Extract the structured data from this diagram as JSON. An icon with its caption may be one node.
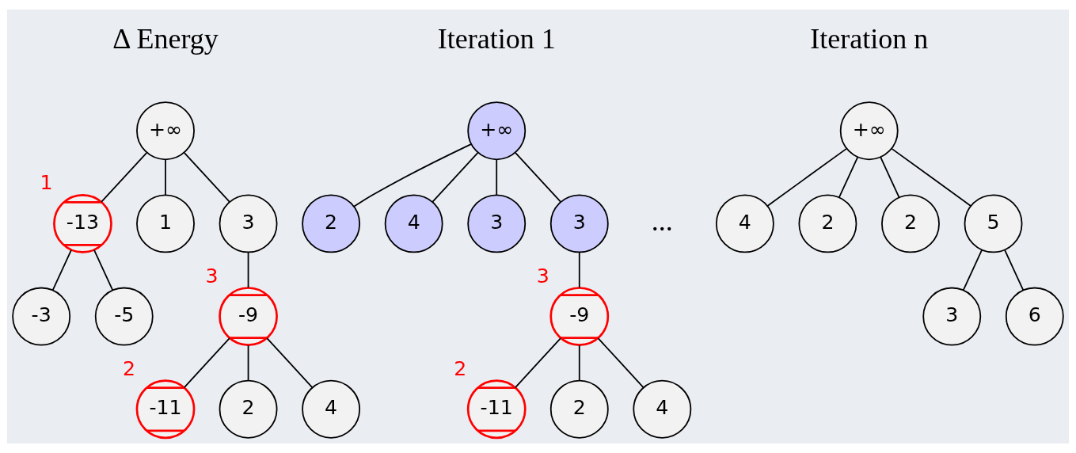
{
  "diagram": {
    "nodes": [
      {
        "text": [
          "+∞"
        ]
      },
      {
        "text": [
          "-13"
        ],
        "beside": [
          "1"
        ]
      },
      {
        "text": [
          "1"
        ]
      },
      {
        "text": [
          "3"
        ]
      },
      {
        "text": [
          "-3"
        ]
      },
      {
        "text": [
          "-5"
        ]
      },
      {
        "text": [
          "-9"
        ],
        "beside": [
          "3"
        ]
      },
      {
        "text": [
          "-11"
        ],
        "beside": [
          "2"
        ]
      },
      {
        "text": [
          "2"
        ]
      },
      {
        "text": [
          "4"
        ]
      },
      {
        "text": [
          "+∞"
        ]
      },
      {
        "text": [
          "2"
        ]
      },
      {
        "text": [
          "4"
        ]
      },
      {
        "text": [
          "3"
        ]
      },
      {
        "text": [
          "3"
        ]
      },
      {
        "text": [
          "-9"
        ],
        "beside": [
          "3"
        ]
      },
      {
        "text": [
          "-11"
        ],
        "beside": [
          "2"
        ]
      },
      {
        "text": [
          "2"
        ]
      },
      {
        "text": [
          "4"
        ]
      },
      {
        "text": [
          "+∞"
        ]
      },
      {
        "text": [
          "4"
        ]
      },
      {
        "text": [
          "2"
        ]
      },
      {
        "text": [
          "2"
        ]
      },
      {
        "text": [
          "5"
        ]
      },
      {
        "text": [
          "3"
        ]
      },
      {
        "text": [
          "6"
        ]
      }
    ],
    "edges": [
      {
        "from": 0,
        "to": 1,
        "arrow": "none"
      },
      {
        "from": 0,
        "to": 2,
        "arrow": "none"
      },
      {
        "from": 0,
        "to": 3,
        "arrow": "none"
      },
      {
        "from": 1,
        "to": 4,
        "arrow": "none"
      },
      {
        "from": 1,
        "to": 5,
        "arrow": "none"
      },
      {
        "from": 3,
        "to": 6,
        "arrow": "none"
      },
      {
        "from": 6,
        "to": 7,
        "arrow": "none"
      },
      {
        "from": 6,
        "to": 8,
        "arrow": "none"
      },
      {
        "from": 6,
        "to": 9,
        "arrow": "none"
      },
      {
        "from": 10,
        "to": 11,
        "arrow": "none"
      },
      {
        "from": 10,
        "to": 12,
        "arrow": "none"
      },
      {
        "from": 10,
        "to": 13,
        "arrow": "none"
      },
      {
        "from": 10,
        "to": 14,
        "arrow": "none"
      },
      {
        "from": 14,
        "to": 15,
        "arrow": "none"
      },
      {
        "from": 15,
        "to": 16,
        "arrow": "none"
      },
      {
        "from": 15,
        "to": 17,
        "arrow": "none"
      },
      {
        "from": 15,
        "to": 18,
        "arrow": "none"
      },
      {
        "from": 19,
        "to": 20,
        "arrow": "none"
      },
      {
        "from": 19,
        "to": 21,
        "arrow": "none"
      },
      {
        "from": 19,
        "to": 22,
        "arrow": "none"
      },
      {
        "from": 19,
        "to": 23,
        "arrow": "none"
      },
      {
        "from": 23,
        "to": 24,
        "arrow": "none"
      },
      {
        "from": 23,
        "to": 25,
        "arrow": "none"
      }
    ],
    "labels": [
      "Δ Energy",
      "Iteration 1",
      "...",
      "Iteration n"
    ]
  }
}
